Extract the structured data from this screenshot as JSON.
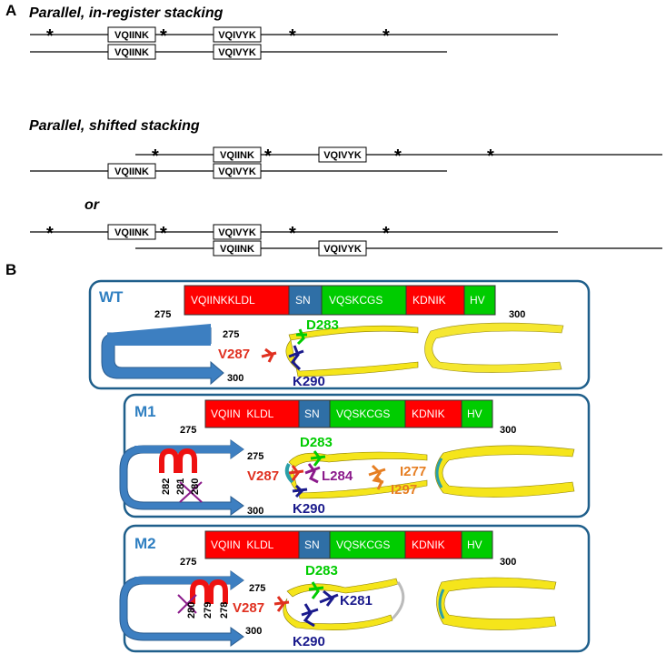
{
  "panelA": {
    "letter": "A",
    "title1": "Parallel, in-register stacking",
    "title2": "Parallel, shifted stacking",
    "or": "or",
    "box1": "VQIINK",
    "box2": "VQIVYK",
    "star": "*"
  },
  "panelB": {
    "letter": "B",
    "panels": [
      {
        "name": "WT",
        "segments": [
          "VQIINKKLDL",
          "SN",
          "VQSKCGS",
          "KDNIK",
          "HV"
        ],
        "num_left": "275",
        "num_arrow_top": "275",
        "num_arrow_bottom": "300",
        "num_right": "300",
        "residues": {
          "d": "D283",
          "v": "V287",
          "k": "K290"
        }
      },
      {
        "name": "M1",
        "segments": [
          "VQIIN  KLDL",
          "SN",
          "VQSKCGS",
          "KDNIK",
          "HV"
        ],
        "num_left": "275",
        "num_arrow_top": "275",
        "num_arrow_bottom": "300",
        "num_right": "300",
        "hairpin_labels": [
          "282",
          "281",
          "280"
        ],
        "residues": {
          "d": "D283",
          "v": "V287",
          "k": "K290",
          "l": "L284",
          "i1": "I277",
          "i2": "I297"
        }
      },
      {
        "name": "M2",
        "segments": [
          "VQIIN  KLDL",
          "SN",
          "VQSKCGS",
          "KDNIK",
          "HV"
        ],
        "num_left": "275",
        "num_arrow_top": "275",
        "num_arrow_bottom": "300",
        "num_right": "300",
        "hairpin_labels": [
          "280",
          "279",
          "278"
        ],
        "residues": {
          "d": "D283",
          "v": "V287",
          "k": "K290",
          "k2": "K281"
        }
      }
    ]
  },
  "colors": {
    "red": "#ff0000",
    "blue": "#2f6fa6",
    "green": "#00cc00",
    "navy": "#1a1a8c",
    "purple": "#8b1a8b",
    "orange": "#e67e22",
    "yellow": "#f5e51b",
    "frame": "#1f5f8b"
  }
}
